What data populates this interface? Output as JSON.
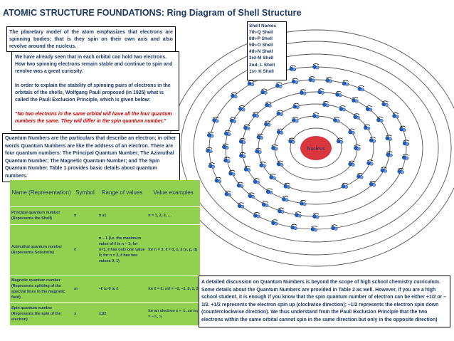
{
  "title": "ATOMIC STRUCTURE FOUNDATIONS: Ring Diagram of Shell Structure",
  "intro": "The planetary model of the atom emphasizes that electrons are spinning bodies; that is they spin on their own axis and also revolve around the nucleus.",
  "pauli": {
    "p1": "We have already seen that in each orbital can hold two electrons. How two spinning electrons remain stable and continue to spin and revolve was a great curiosity.",
    "p2": "In order to explain the stability of spinning pairs of electrons in the orbitals of the shells, Wolfgang Pauli proposed (in 1925) what is called the Pauli Exclusion Principle, which is given below:",
    "quote": "“No two electrons in the same orbital will have all the four quantum numbers the same. They will differ in the spin quantum number.”"
  },
  "quantum_intro": "Quantum Numbers are the particulars that describe an electron; in other words Quantum Numbers are like the address of an electron. There are four quantum numbers: The Principal Quantum Number; The Azimuthal Quantum Number; The Magnetic Quantum Number; and The Spin Quantum Number. Table 1 provides basic details about quantum numbers.",
  "table": {
    "headers": [
      "Name (Representation)",
      "Symbol",
      "Range of values",
      "Value examples"
    ],
    "rows": [
      {
        "name": "Principal quantum number (Represents the Shell)",
        "symbol": "n",
        "range": "n ≥1",
        "examples": "n = 1, 2, 3, …"
      },
      {
        "name": "Azimuthal quantum number (Represents Subshells)",
        "symbol": "ℓ",
        "range": "n – 1 (i.e. the maximum value of ℓ is n – 1; for n=1, ℓ has only one value 0; for n = 2, ℓ has two values 0, 1)",
        "examples": "for n = 3: ℓ = 0, 1, 2 (s, p, d)"
      },
      {
        "name": "Magnetic quantum number (Represents splitting of the spectral lines in the magnetic field)",
        "symbol": "m",
        "range": "–ℓ  to 0 to ℓ",
        "examples": "for ℓ = 2: mℓ = –2, –1, 0, 1, 2"
      },
      {
        "name": "Spin quantum number (Represents the spin of the electron)",
        "symbol": "s",
        "range": "±1/2",
        "examples": "for an electron s = ½, so mₛ = –½, ½"
      }
    ]
  },
  "legend": {
    "heading": "Shell Names",
    "items": [
      "7th-Q Shell",
      "6th-P Shell",
      "5th-O Shell",
      "4th-N Shell",
      "3rd-M Shell",
      "2nd- L Shell",
      "1st- K Shell"
    ]
  },
  "nucleus_label": "Nucleus",
  "bottom_text": "A detailed discussion on Quantum Numbers is beyond the scope of high school chemistry curriculum. Some details about the Quantum Numbers are provided in Table 2 as well. However, if you are a high school student,  it is enough if you know that the spin quantum number of electron can be either +1/2 or –1/2.  +1/2 represents the electron spin up (clockwise direction); –1/2 represents the electron spin down (counterclockwise direction). We thus understand from the Pauli Exclusion Principle that the two electrons within the same orbital cannot spin in the same direction but only in the opposite direction)",
  "colors": {
    "text_navy": "#1f3864",
    "quote_red": "#c00000",
    "table_green": "#92d050",
    "nucleus_red": "#d9363e",
    "electron_blue": "#1f5fbf"
  }
}
